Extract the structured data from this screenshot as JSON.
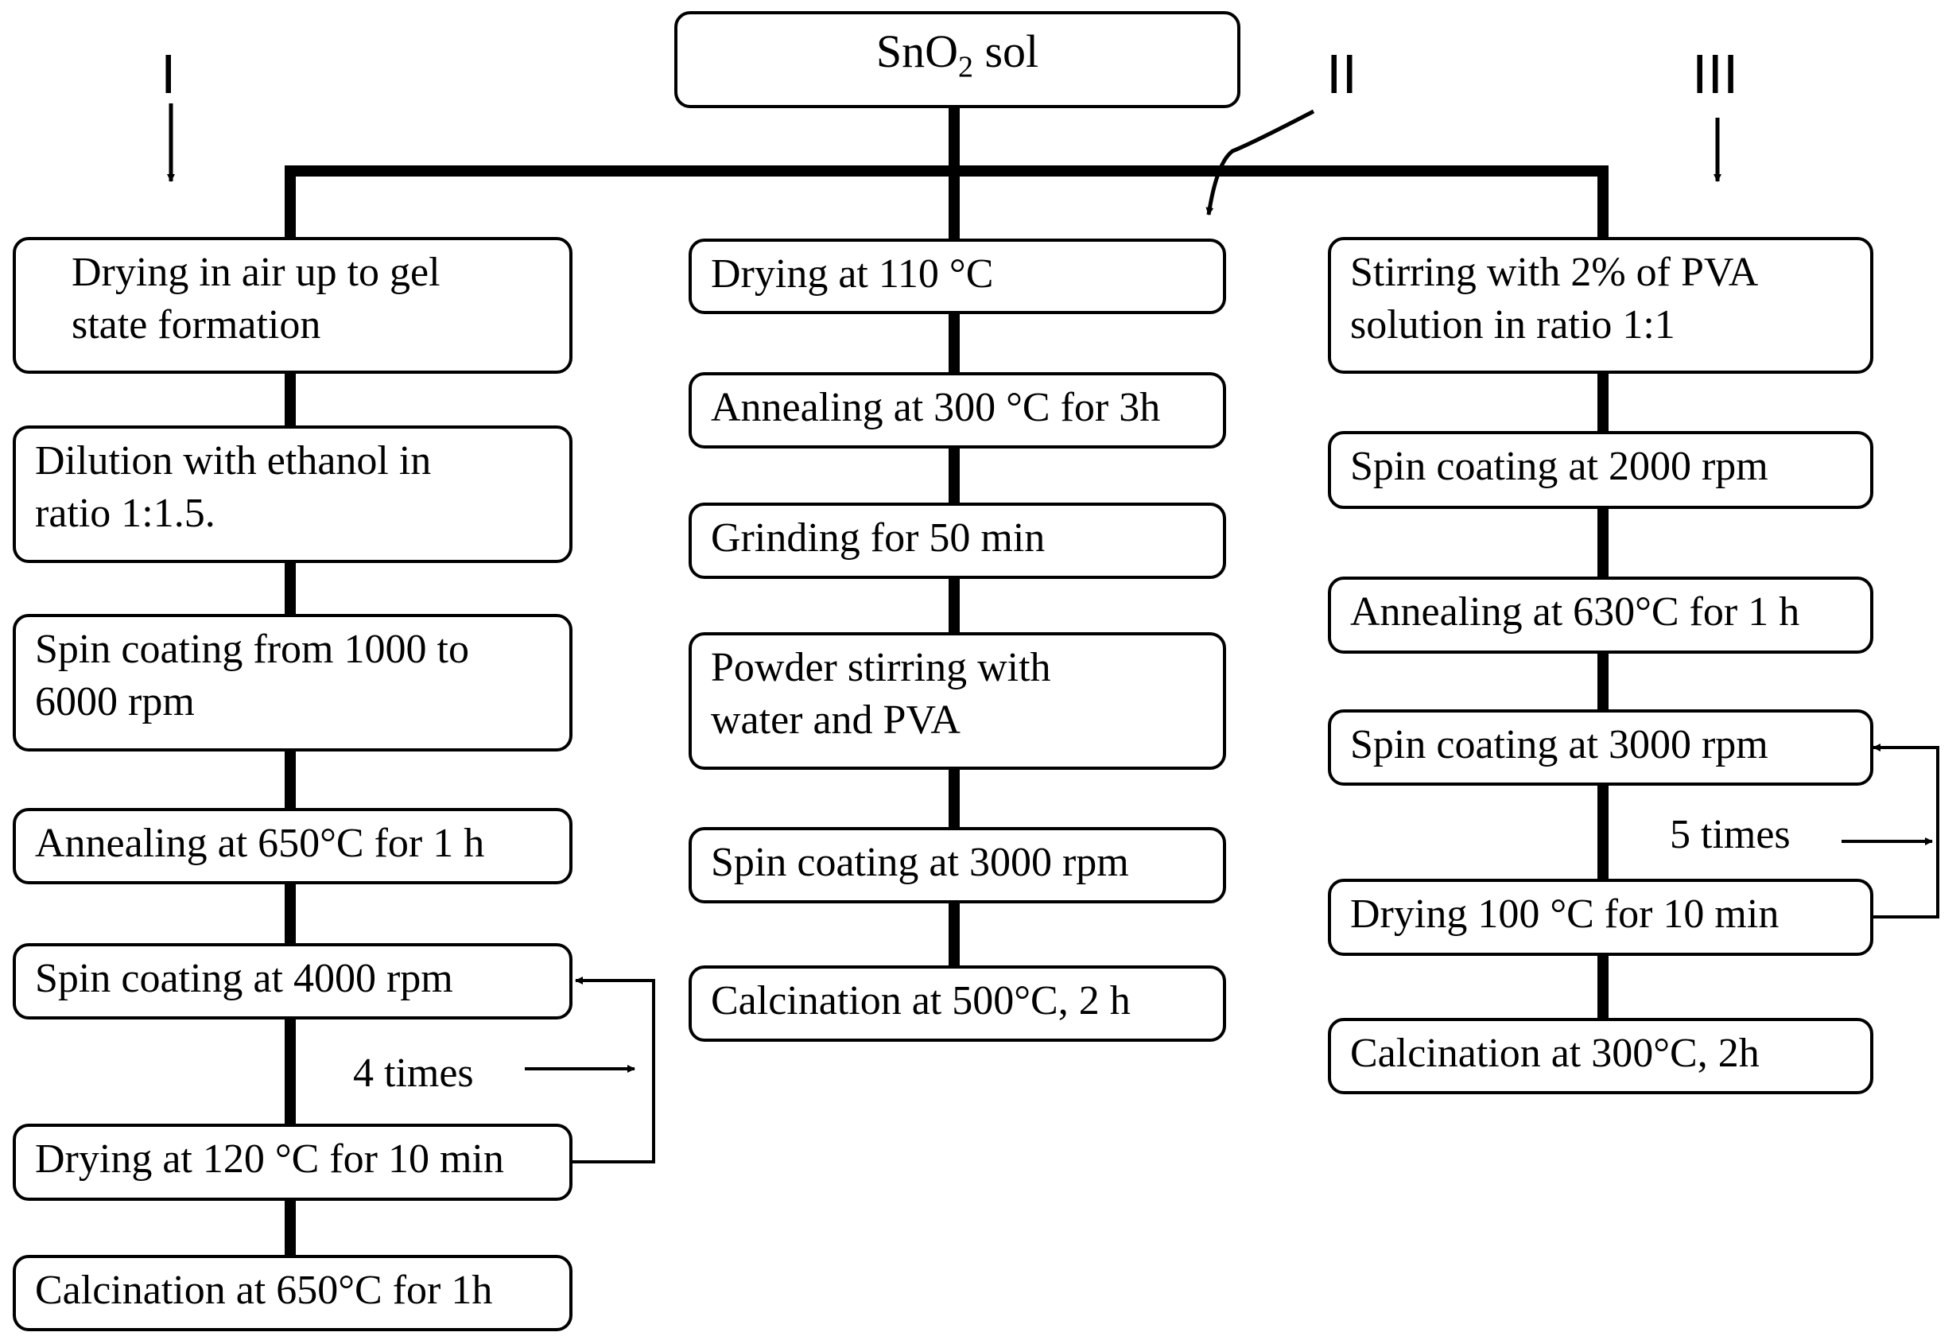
{
  "diagram": {
    "root": {
      "label_main": "SnO",
      "label_sub": "2",
      "label_tail": " sol"
    },
    "routes": [
      {
        "id": "I",
        "label": "I",
        "steps": [
          "Drying in air up to gel\nstate formation",
          "Dilution with ethanol in\nratio 1:1.5.",
          "Spin coating from 1000 to\n6000 rpm",
          "Annealing at 650°C for 1 h",
          "Spin coating at 4000 rpm",
          "Drying at 120 °C for 10 min",
          "Calcination at 650°C for 1h"
        ],
        "repeat_label": "4 times"
      },
      {
        "id": "II",
        "label": "II",
        "steps": [
          "Drying at 110 °C",
          "Annealing at 300 °C for 3h",
          "Grinding for 50 min",
          "Powder stirring with\nwater and PVA",
          "Spin coating at 3000 rpm",
          "Calcination at 500°C, 2 h"
        ]
      },
      {
        "id": "III",
        "label": "III",
        "steps": [
          "Stirring with 2% of PVA\nsolution in ratio 1:1",
          "Spin coating at 2000 rpm",
          "Annealing at 630°C for 1 h",
          "Spin coating at 3000 rpm",
          "Drying 100 °C for 10 min",
          "Calcination at 300°C, 2h"
        ],
        "repeat_label": "5 times"
      }
    ]
  }
}
